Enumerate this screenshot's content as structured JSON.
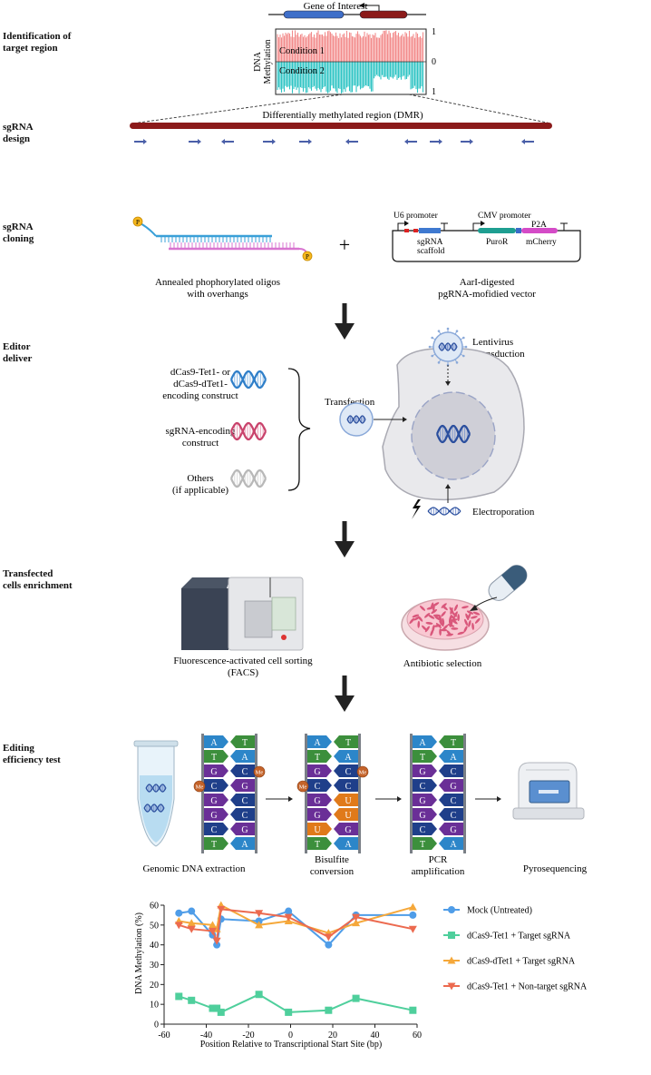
{
  "steps": {
    "s1": [
      "Identification of",
      "target region"
    ],
    "s2": [
      "sgRNA",
      "design"
    ],
    "s3": [
      "sgRNA",
      "cloning"
    ],
    "s4": [
      "Editor",
      "deliver"
    ],
    "s5": [
      "Transfected",
      "cells enrichment"
    ],
    "s6": [
      "Editing",
      "efficiency test"
    ]
  },
  "panel1": {
    "gene_label": "Gene of Interest",
    "axis_label_1": "DNA",
    "axis_label_2": "Methylation",
    "cond1": "Condition 1",
    "cond2": "Condition 2",
    "tick_top": "1",
    "tick_mid": "0",
    "tick_bot": "1",
    "dmr_label": "Differentially methylated region (DMR)"
  },
  "panel3": {
    "oligo_caption_1": "Annealed phophorylated oligos",
    "oligo_caption_2": "with overhangs",
    "phospho": "P",
    "plus": "+",
    "u6": "U6 promoter",
    "cmv": "CMV promoter",
    "p2a": "P2A",
    "scaffold_1": "sgRNA",
    "scaffold_2": "scaffold",
    "puror": "PuroR",
    "mcherry": "mCherry",
    "vector_caption_1": "AarI-digested",
    "vector_caption_2": "pgRNA-mofidied vector"
  },
  "panel4": {
    "c1_1": "dCas9-Tet1- or",
    "c1_2": "dCas9-dTet1-",
    "c1_3": "encoding construct",
    "c2_1": "sgRNA-encoding",
    "c2_2": "construct",
    "c3_1": "Others",
    "c3_2": "(if applicable)",
    "transfection": "Transfection",
    "lenti_1": "Lentivirus",
    "lenti_2": "Transduction",
    "electro": "Electroporation"
  },
  "panel5": {
    "facs_1": "Fluorescence-activated cell sorting",
    "facs_2": "(FACS)",
    "antibiotic": "Antibiotic selection"
  },
  "panel6": {
    "genomic": "Genomic DNA extraction",
    "bisulfite_1": "Bisulfite",
    "bisulfite_2": "conversion",
    "pcr_1": "PCR",
    "pcr_2": "amplification",
    "pyro": "Pyrosequencing",
    "me": "Me",
    "strand1_left": [
      "A",
      "T",
      "G",
      "C",
      "G",
      "G",
      "C",
      "T"
    ],
    "strand1_right": [
      "T",
      "A",
      "C",
      "G",
      "C",
      "C",
      "G",
      "A"
    ],
    "strand2_left": [
      "A",
      "T",
      "G",
      "C",
      "G",
      "G",
      "U",
      "T"
    ],
    "strand2_right": [
      "T",
      "A",
      "C",
      "C",
      "U",
      "U",
      "G",
      "A"
    ],
    "strand3_left": [
      "A",
      "T",
      "G",
      "C",
      "G",
      "G",
      "C",
      "T"
    ],
    "strand3_right": [
      "T",
      "A",
      "C",
      "G",
      "C",
      "C",
      "G",
      "A"
    ]
  },
  "colors": {
    "dmr": "#8b1a1a",
    "cond1": "#f28b8b",
    "cond2": "#2fc4c4",
    "arrow_blue": "#4a5fa8",
    "mock": "#4f9de8",
    "target": "#4fcf9c",
    "dtet1": "#f5a83a",
    "nontarget": "#ec6a4f",
    "base_A": "#2c86c9",
    "base_T": "#3c8f3c",
    "base_G": "#6a2f97",
    "base_C": "#1f3f8a",
    "base_U": "#e07a1a"
  },
  "chart_data": {
    "type": "line",
    "xlabel": "Position Relative to Transcriptional Start Site (bp)",
    "ylabel": "DNA Methylation (%)",
    "xlim": [
      -60,
      60
    ],
    "ylim": [
      0,
      60
    ],
    "xticks": [
      "-60",
      "-40",
      "-20",
      "0",
      "20",
      "40",
      "60"
    ],
    "yticks": [
      "0",
      "10",
      "20",
      "30",
      "40",
      "50",
      "60"
    ],
    "legend_position": "right",
    "series": [
      {
        "name": "Mock (Untreated)",
        "marker": "circle",
        "x": [
          -53,
          -47,
          -37,
          -35,
          -33,
          -15,
          -1,
          18,
          31,
          58
        ],
        "y": [
          56,
          57,
          45,
          40,
          53,
          52,
          57,
          40,
          55,
          55
        ]
      },
      {
        "name": "dCas9-Tet1 + Target sgRNA",
        "marker": "square",
        "x": [
          -53,
          -47,
          -37,
          -35,
          -33,
          -15,
          -1,
          18,
          31,
          58
        ],
        "y": [
          14,
          12,
          8,
          8,
          6,
          15,
          6,
          7,
          13,
          7
        ]
      },
      {
        "name": "dCas9-dTet1 + Target sgRNA",
        "marker": "triangle-up",
        "x": [
          -53,
          -47,
          -37,
          -35,
          -33,
          -15,
          -1,
          18,
          31,
          58
        ],
        "y": [
          52,
          51,
          50,
          48,
          60,
          50,
          52,
          46,
          51,
          59
        ]
      },
      {
        "name": "dCas9-Tet1 + Non-target sgRNA",
        "marker": "triangle-down",
        "x": [
          -53,
          -47,
          -37,
          -35,
          -33,
          -15,
          -1,
          18,
          31,
          58
        ],
        "y": [
          50,
          48,
          47,
          42,
          58,
          56,
          54,
          44,
          54,
          48
        ]
      }
    ]
  }
}
